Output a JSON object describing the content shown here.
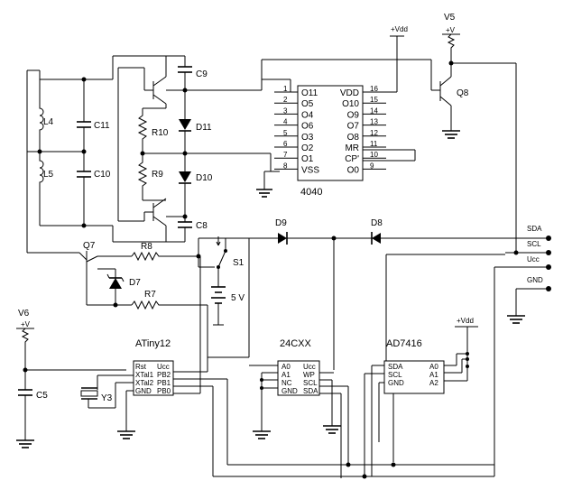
{
  "ic_4040": {
    "name": "4040",
    "pins_left": [
      {
        "num": "1",
        "name": "O11"
      },
      {
        "num": "2",
        "name": "O5"
      },
      {
        "num": "3",
        "name": "O4"
      },
      {
        "num": "4",
        "name": "O6"
      },
      {
        "num": "5",
        "name": "O3"
      },
      {
        "num": "6",
        "name": "O2"
      },
      {
        "num": "7",
        "name": "O1"
      },
      {
        "num": "8",
        "name": "VSS"
      }
    ],
    "pins_right": [
      {
        "num": "16",
        "name": "VDD"
      },
      {
        "num": "15",
        "name": "O10"
      },
      {
        "num": "14",
        "name": "O9"
      },
      {
        "num": "13",
        "name": "O7"
      },
      {
        "num": "12",
        "name": "O8"
      },
      {
        "num": "11",
        "name": "MR"
      },
      {
        "num": "10",
        "name": "CP'"
      },
      {
        "num": "9",
        "name": "O0"
      }
    ]
  },
  "attiny": {
    "name": "ATiny12",
    "left": [
      "Rst",
      "XTal1",
      "XTal2",
      "GND"
    ],
    "right": [
      "Ucc",
      "PB2",
      "PB1",
      "PB0"
    ]
  },
  "ic_24cxx": {
    "name": "24CXX",
    "left": [
      "A0",
      "A1",
      "NC",
      "GND"
    ],
    "right": [
      "Ucc",
      "WP",
      "SCL",
      "SDA"
    ]
  },
  "ad7416": {
    "name": "AD7416",
    "left": [
      "SDA",
      "SCL",
      "GND"
    ],
    "right": [
      "A0",
      "A1",
      "A2"
    ]
  },
  "labels": {
    "c9": "C9",
    "d11": "D11",
    "r10": "R10",
    "c11": "C11",
    "l4": "L4",
    "r9": "R9",
    "d10": "D10",
    "c10": "C10",
    "l5": "L5",
    "c8": "C8",
    "q7": "Q7",
    "r8": "R8",
    "d7": "D7",
    "r7": "R7",
    "s1": "S1",
    "v5v": "5 V",
    "d9": "D9",
    "d8": "D8",
    "q8": "Q8",
    "v5": "V5",
    "v6": "V6",
    "c5": "C5",
    "y3": "Y3",
    "vdd_top": "+Vdd",
    "vdd_ad": "+Vdd",
    "plus_v5": "+V",
    "plus_v6": "+V"
  },
  "connector": {
    "sda": "SDA",
    "scl": "SCL",
    "ucc": "Ucc",
    "gnd": "GND"
  }
}
